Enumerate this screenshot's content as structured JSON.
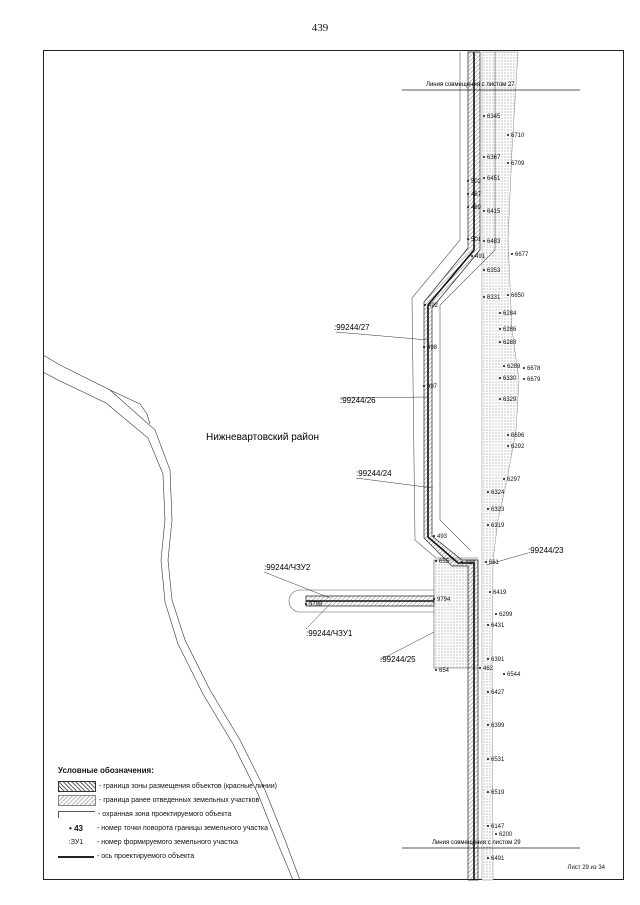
{
  "page_number": "439",
  "sheet_label": "Лист 29 из 34",
  "match_lines": {
    "top": "Линия совмещения с листом 27",
    "bottom": "Линия совмещения с листом 29"
  },
  "district_label": "Нижневартовский район",
  "parcels": {
    "p27": ":99244/27",
    "p26": ":99244/26",
    "p24": ":99244/24",
    "p23": ":99244/23",
    "p25": ":99244/25",
    "chzu2": ":99244/ЧЗУ2",
    "chzu1": ":99244/ЧЗУ1"
  },
  "points": {
    "p6345": "6345",
    "p6710": "6710",
    "p6367": "6367",
    "p6709": "6709",
    "p502": "502",
    "p6451": "6451",
    "p487": "487",
    "p489": "489",
    "p6415": "6415",
    "p501": "501",
    "p6483": "6483",
    "p491": "491",
    "p6677": "6677",
    "p6353": "6353",
    "p6331": "6331",
    "p6650": "6650",
    "p492": "492",
    "p6284": "6284",
    "p6286": "6286",
    "p6288": "6288",
    "p498": "498",
    "p6289": "6289",
    "p6678": "6678",
    "p6330": "6330",
    "p6679": "6679",
    "p497": "497",
    "p6329": "6329",
    "p6696": "6696",
    "p6292": "6292",
    "p6297": "6297",
    "p6324": "6324",
    "p6323": "6323",
    "p6319": "6319",
    "p493": "493",
    "p655": "655",
    "p494": "494",
    "p661": "661",
    "p6419": "6419",
    "p9798": "9798",
    "p9794": "9794",
    "p6299": "6299",
    "p6431": "6431",
    "p6391": "6391",
    "p462": "462",
    "p654": "654",
    "p6544": "6544",
    "p6427": "6427",
    "p6399": "6399",
    "p6531": "6531",
    "p6519": "6519",
    "p6147": "6147",
    "p6200": "6200",
    "p6491": "6491"
  },
  "legend": {
    "title": "Условные обозначения:",
    "items": {
      "red_lines": "- граница зоны размещения объектов (красные линии)",
      "prev_parcels": "- граница ранее отведенных земельных участков",
      "buffer": "- охранная зона проектируемого объекта",
      "point": "- номер точки поворота границы земельного участка",
      "parcel_num": "- номер формируемого земельного участка",
      "axis": "- ось проектируемого объекта"
    },
    "sample_point": "43",
    "sample_parcel": ":ЗУ1"
  }
}
